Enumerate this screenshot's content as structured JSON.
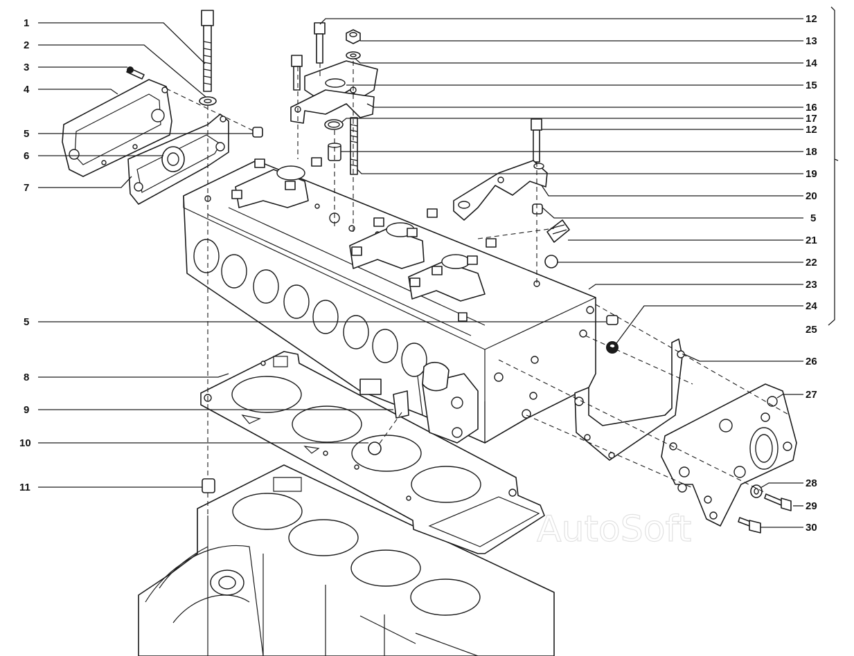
{
  "watermark": "AutoSoft",
  "labels_left": [
    "1",
    "2",
    "3",
    "4",
    "5",
    "6",
    "7",
    "5",
    "8",
    "9",
    "10",
    "11"
  ],
  "labels_right": [
    "12",
    "13",
    "14",
    "15",
    "16",
    "17",
    "12",
    "18",
    "19",
    "20",
    "5",
    "21",
    "22",
    "23",
    "24",
    "25",
    "26",
    "27",
    "28",
    "29",
    "30"
  ],
  "colors": {
    "line": "#1a1a1a",
    "background": "#ffffff",
    "watermark": "#e2e2e2"
  }
}
